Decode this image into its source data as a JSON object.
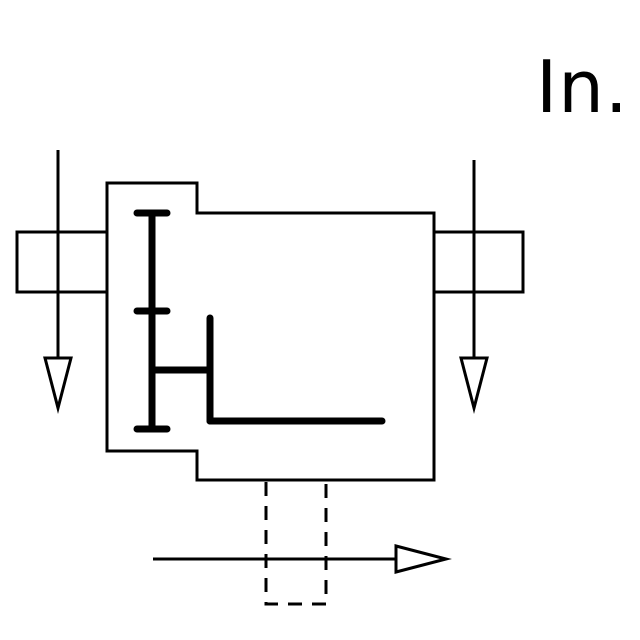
{
  "diagram": {
    "label": "In.",
    "colors": {
      "stroke": "#000000",
      "background": "#ffffff"
    },
    "components": {
      "housing": "gearbox-housing",
      "shafts": [
        "left-input-shaft",
        "right-input-shaft",
        "bottom-output-shaft"
      ],
      "gears": [
        "vertical-gear-bar",
        "horizontal-gear-bar"
      ]
    },
    "arrows": {
      "left": "down",
      "right": "down",
      "bottom": "right"
    }
  }
}
